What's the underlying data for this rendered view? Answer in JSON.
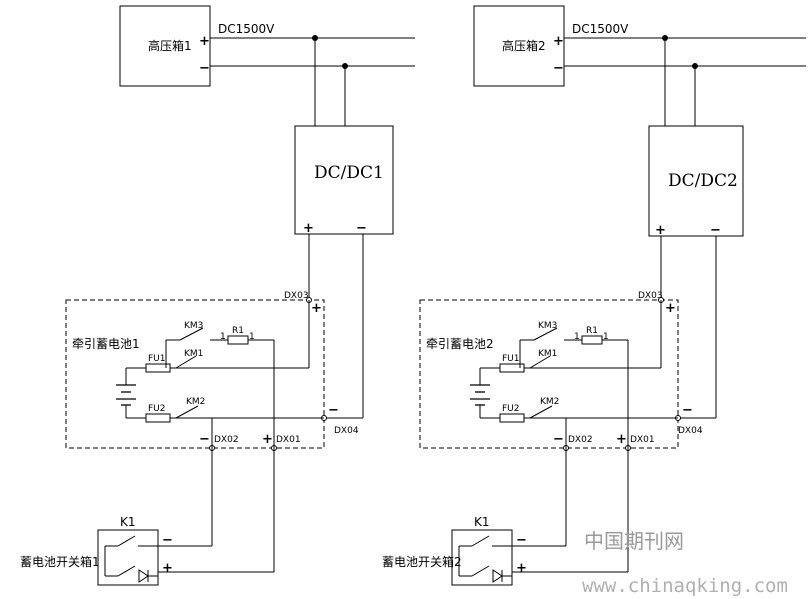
{
  "circuits": [
    {
      "hv_box": "高压箱1",
      "bus_voltage": "DC1500V",
      "converter": "DC/DC1",
      "battery_pack": "牵引蓄电池1",
      "fuse_1": "FU1",
      "fuse_2": "FU2",
      "contactor_3": "KM3",
      "resistor": "R1",
      "resistor_pin_a": "1",
      "resistor_pin_b": "1",
      "contactor_1": "KM1",
      "contactor_2": "KM2",
      "terminal_3": "DX03",
      "terminal_4": "DX04",
      "terminal_2": "DX02",
      "terminal_1": "DX01",
      "switch_label": "K1",
      "switch_box": "蓄电池开关箱1"
    },
    {
      "hv_box": "高压箱2",
      "bus_voltage": "DC1500V",
      "converter": "DC/DC2",
      "battery_pack": "牵引蓄电池2",
      "fuse_1": "FU1",
      "fuse_2": "FU2",
      "contactor_3": "KM3",
      "resistor": "R1",
      "resistor_pin_a": "1",
      "resistor_pin_b": "1",
      "contactor_1": "KM1",
      "contactor_2": "KM2",
      "terminal_3": "DX03",
      "terminal_4": "DX04",
      "terminal_2": "DX02",
      "terminal_1": "DX01",
      "switch_label": "K1",
      "switch_box": "蓄电池开关箱2"
    }
  ],
  "polarity": {
    "plus": "+",
    "minus": "−"
  },
  "watermark": {
    "site_name": "中国期刊网",
    "site_url": "www.chinaqking.com"
  }
}
